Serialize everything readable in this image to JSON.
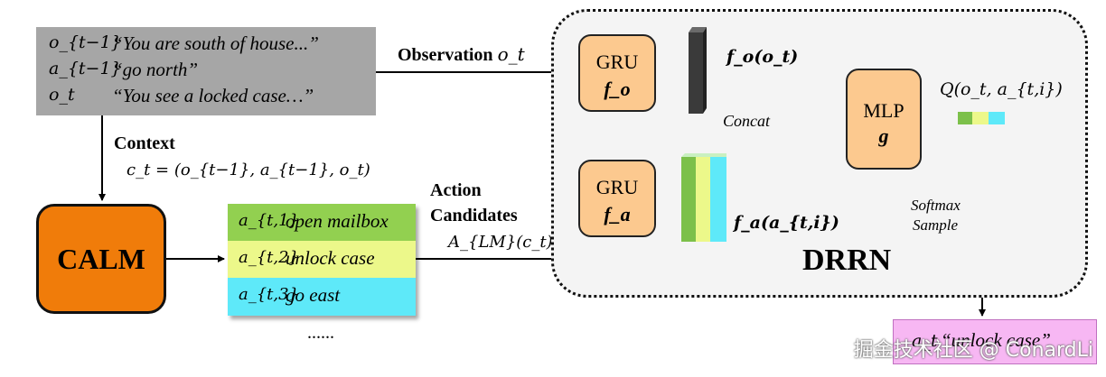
{
  "context_box": {
    "rows": [
      {
        "symbol": "o_{t−1}",
        "text": "“You are south of house...”"
      },
      {
        "symbol": "a_{t−1}",
        "text": "“go north”"
      },
      {
        "symbol": "o_t",
        "text": "“You see a locked case…”"
      }
    ]
  },
  "labels": {
    "context_title": "Context",
    "context_formula": "c_t = (o_{t−1}, a_{t−1}, o_t)",
    "observation": "Observation",
    "observation_symbol": "o_t",
    "action_candidates_line1": "Action",
    "action_candidates_line2": "Candidates",
    "action_candidates_formula": "A_{LM}(c_t)",
    "concat": "Concat",
    "softmax": "Softmax",
    "sample": "Sample",
    "ellipsis": "......"
  },
  "calm": {
    "label": "CALM"
  },
  "candidates": [
    {
      "symbol": "a_{t,1}",
      "text": "open mailbox",
      "color": "#92d050"
    },
    {
      "symbol": "a_{t,2}",
      "text": "unlock case",
      "color": "#ecf88a"
    },
    {
      "symbol": "a_{t,3}",
      "text": "go east",
      "color": "#5ee9f9"
    }
  ],
  "drrn": {
    "title": "DRRN",
    "gru_o": {
      "name": "GRU",
      "sub": "f_o"
    },
    "gru_a": {
      "name": "GRU",
      "sub": "f_a"
    },
    "mlp": {
      "name": "MLP",
      "sub": "g"
    },
    "fo_label": "f_o(o_t)",
    "fa_label": "f_a(a_{t,i})",
    "q_label": "Q(o_t, a_{t,i})"
  },
  "final": {
    "symbol": "a_t",
    "text": "“unlock case”"
  },
  "watermark": "掘金技术社区 @ ConardLi",
  "colors": {
    "context_bg": "#a6a6a6",
    "calm": "#f07c0a",
    "gru": "#fcc98f",
    "feature_bar": "#3a3a3a",
    "final_bg": "#f7b7f3"
  }
}
